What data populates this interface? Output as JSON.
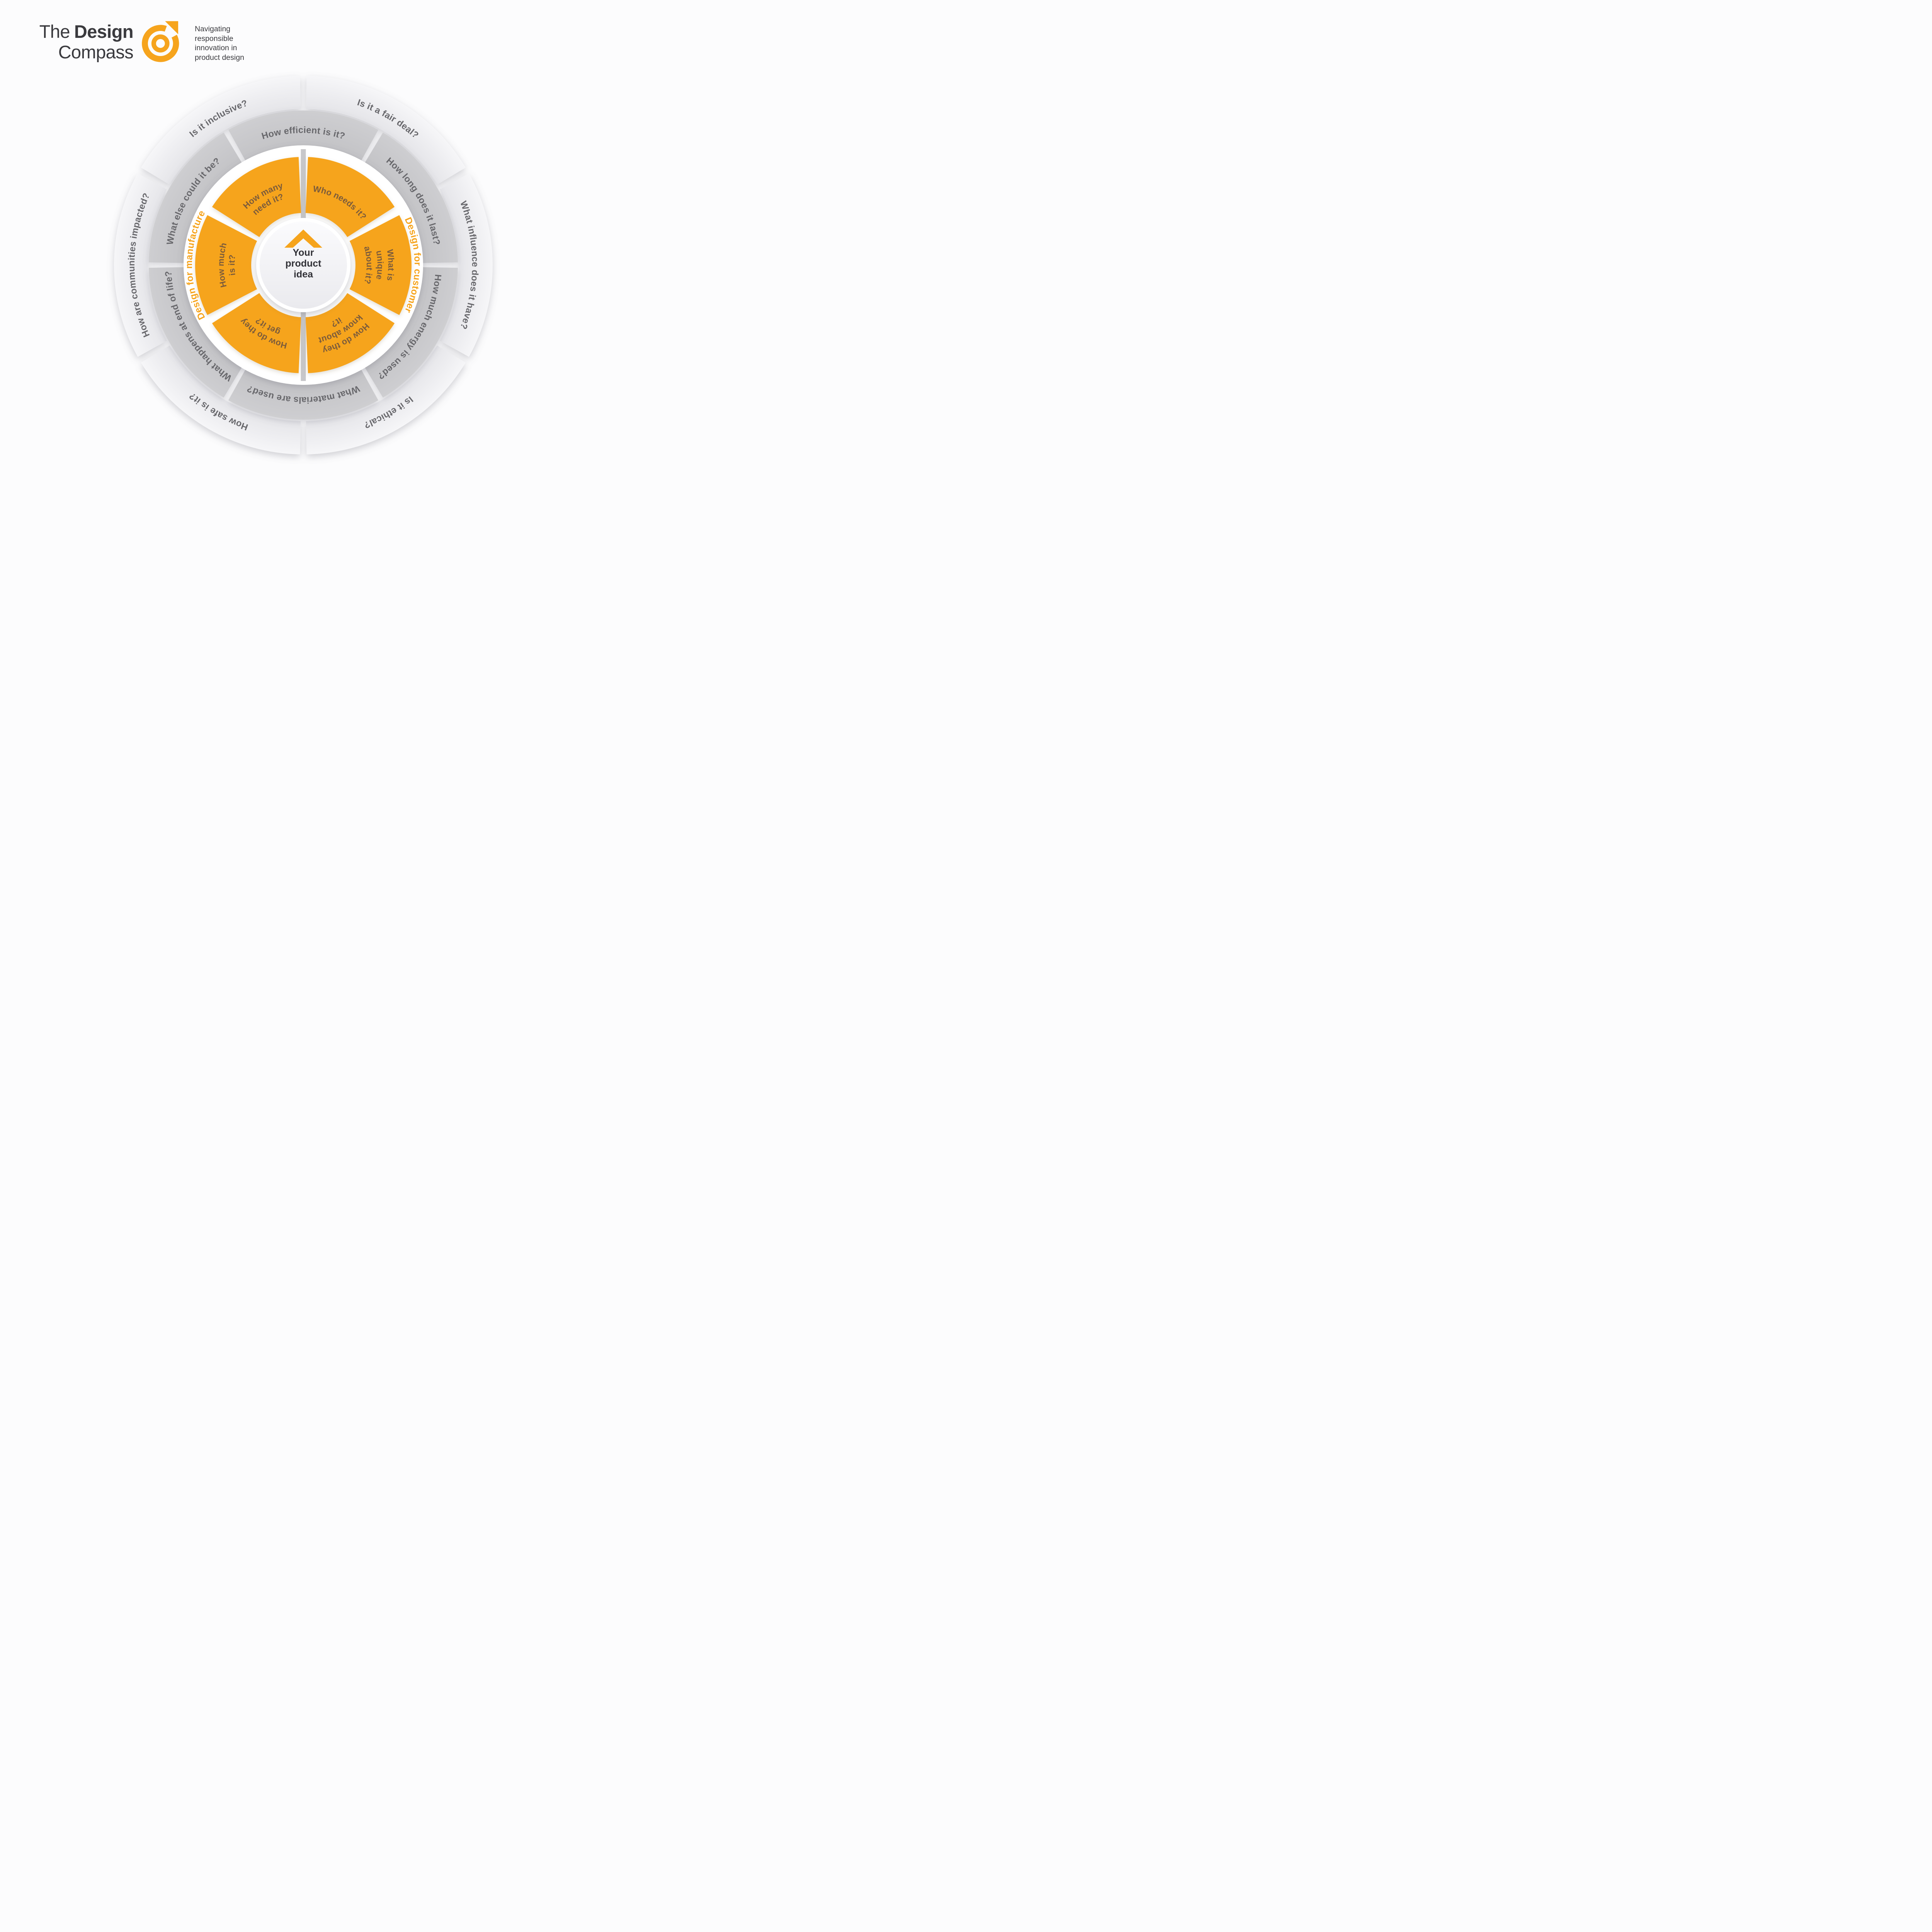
{
  "logo": {
    "title_prefix": "The",
    "title_emphasis": "Design",
    "title_line2": "Compass",
    "icon": "compass-target-arrow-icon",
    "tagline_lines": [
      "Navigating",
      "responsible",
      "innovation in",
      "product design"
    ]
  },
  "center": {
    "icon": "chevron-up-icon",
    "lines": [
      "Your",
      "product",
      "idea"
    ]
  },
  "sector_labels": {
    "left": "Design for manufacture",
    "right": "Design for customer"
  },
  "rings": {
    "inner_orange": {
      "segments": [
        {
          "angle": 30,
          "lines": [
            "Who needs it?"
          ]
        },
        {
          "angle": 90,
          "lines": [
            "What is",
            "unique",
            "about it?"
          ]
        },
        {
          "angle": 150,
          "lines": [
            "How do they",
            "know about",
            "it?"
          ]
        },
        {
          "angle": 210,
          "lines": [
            "How do they",
            "get it?"
          ]
        },
        {
          "angle": 270,
          "lines": [
            "How much",
            "is it?"
          ]
        },
        {
          "angle": 330,
          "lines": [
            "How many",
            "need it?"
          ]
        }
      ]
    },
    "middle_gray": {
      "segments": [
        {
          "angle": 0,
          "label": "How efficient is it?"
        },
        {
          "angle": 60,
          "label": "How long does it last?"
        },
        {
          "angle": 120,
          "label": "How much energy is used?"
        },
        {
          "angle": 180,
          "label": "What materials are used?"
        },
        {
          "angle": 240,
          "label": "What happens at end of life?"
        },
        {
          "angle": 300,
          "label": "What else could it be?"
        }
      ]
    },
    "outer_light": {
      "segments": [
        {
          "angle": 30,
          "label": "Is it a fair deal?"
        },
        {
          "angle": 90,
          "label": "What influence does it have?"
        },
        {
          "angle": 150,
          "label": "Is it ethical?"
        },
        {
          "angle": 210,
          "label": "How safe is it?"
        },
        {
          "angle": 270,
          "label": "How are communities impacted?"
        },
        {
          "angle": 330,
          "label": "Is it inclusive?"
        }
      ]
    }
  },
  "colors": {
    "orange": "#F6A41D",
    "label_brown": "#7C5B3A",
    "ring_label_gray": "#68676C",
    "middle_ring_gray": "#C9C9CB",
    "outer_ring_light": "#EDEDF0",
    "divider_gray": "#C7C7CA",
    "hub_text_dark": "#323237",
    "logo_text_dark": "#3A3A3E",
    "background": "#FCFCFD"
  }
}
